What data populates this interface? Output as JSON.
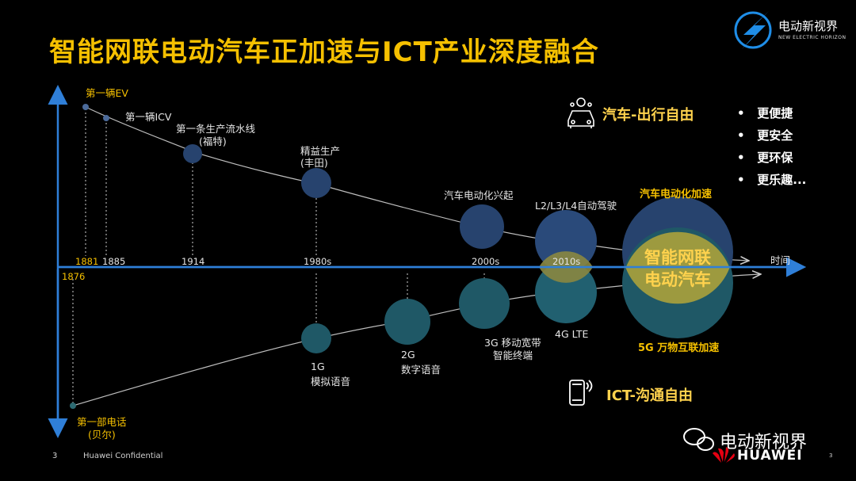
{
  "title": "智能网联电动汽车正加速与ICT产业深度融合",
  "brand": {
    "name": "电动新视界",
    "sub": "NEW ELECTRIC HORIZON"
  },
  "time_axis_label": "时间",
  "upper": {
    "section_title": "汽车-出行自由",
    "bullets": [
      "更便捷",
      "更安全",
      "更环保",
      "更乐趣..."
    ],
    "accelerate_label": "汽车电动化加速",
    "milestones": [
      {
        "label": "第一辆EV"
      },
      {
        "label": "第一辆ICV"
      },
      {
        "label": "第一条生产流水线",
        "sub": "(福特)"
      },
      {
        "label": "精益生产",
        "sub": "(丰田)"
      },
      {
        "label": "汽车电动化兴起"
      },
      {
        "label": "L2/L3/L4自动驾驶"
      }
    ],
    "years": [
      "1881",
      "1885",
      "1914",
      "1980s",
      "2000s",
      "2010s"
    ]
  },
  "lower": {
    "section_title": "ICT-沟通自由",
    "accelerate_label": "5G 万物互联加速",
    "origin_year": "1876",
    "milestones": [
      {
        "label": "第一部电话",
        "sub": "(贝尔)"
      },
      {
        "label": "1G",
        "sub": "模拟语音"
      },
      {
        "label": "2G",
        "sub": "数字语音"
      },
      {
        "label": "3G 移动宽带",
        "sub": "智能终端"
      },
      {
        "label": "4G LTE"
      }
    ]
  },
  "center_label": [
    "智能网联",
    "电动汽车"
  ],
  "footer": {
    "page": "3",
    "text": "Huawei Confidential",
    "page_right": "3"
  },
  "watermark": {
    "text": "电动新视界",
    "company": "HUAWEI"
  },
  "colors": {
    "accent": "#f5c000",
    "axis": "#2f7fd8",
    "upper_bubble": "#27436e",
    "lower_bubble": "#1f5866",
    "overlap": "#9d9a3f"
  }
}
